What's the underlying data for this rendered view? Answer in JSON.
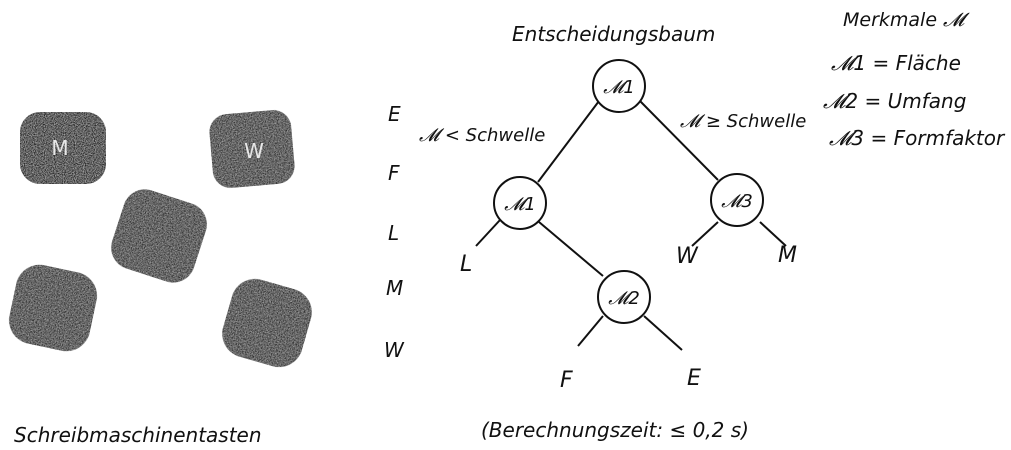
{
  "keys": {
    "caption": "Schreibmaschinentasten",
    "items": [
      {
        "id": "M",
        "label": "M"
      },
      {
        "id": "W",
        "label": "W"
      },
      {
        "id": "center",
        "label": ""
      },
      {
        "id": "bottom-left",
        "label": ""
      },
      {
        "id": "bottom-right",
        "label": ""
      }
    ]
  },
  "classes": [
    "E",
    "F",
    "L",
    "M",
    "W"
  ],
  "tree": {
    "title": "Entscheidungsbaum",
    "left_branch_label": "𝓜 < Schwelle",
    "right_branch_label": "𝓜 ≥ Schwelle",
    "nodes": {
      "root": "𝓜1",
      "left": "𝓜1",
      "right": "𝓜3",
      "leftright": "𝓜2"
    },
    "leaves": {
      "l_left": "L",
      "r_left": "W",
      "r_right": "M",
      "lr_left": "F",
      "lr_right": "E"
    },
    "compute_time": "(Berechnungszeit: ≤ 0,2 s)"
  },
  "features": {
    "title": "Merkmale 𝓜",
    "items": [
      "𝓜1 = Fläche",
      "𝓜2 = Umfang",
      "𝓜3 = Formfaktor"
    ]
  },
  "colors": {
    "ink": "#111111",
    "key_fill": "#2c2c2c",
    "key_letter": "#e8e8e8"
  }
}
